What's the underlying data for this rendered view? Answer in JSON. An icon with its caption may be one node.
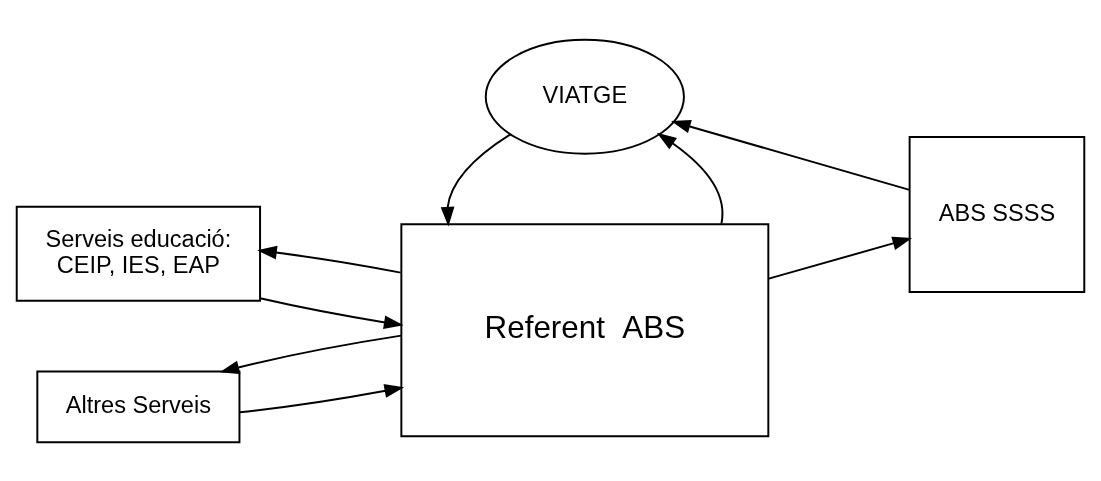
{
  "diagram": {
    "nodes": [
      {
        "text": [
          "Serveis educació:",
          "CEIP, IES, EAP"
        ]
      },
      {
        "text": [
          "Referent  ABS"
        ]
      },
      {
        "text": [
          "ABS SSSS"
        ]
      },
      {
        "text": [
          "Altres Serveis"
        ]
      },
      {
        "text": [
          "VIATGE"
        ]
      }
    ],
    "edges": [
      {
        "from": 0,
        "to": 1,
        "arrow": "to"
      },
      {
        "from": 1,
        "to": 0,
        "arrow": "to"
      },
      {
        "from": 3,
        "to": 1,
        "arrow": "to"
      },
      {
        "from": 1,
        "to": 3,
        "arrow": "to"
      },
      {
        "from": 1,
        "to": 2,
        "arrow": "to"
      },
      {
        "from": 1,
        "to": 4,
        "arrow": "to"
      },
      {
        "from": 4,
        "to": 1,
        "arrow": "to"
      },
      {
        "from": 2,
        "to": 4,
        "arrow": "to"
      }
    ]
  }
}
